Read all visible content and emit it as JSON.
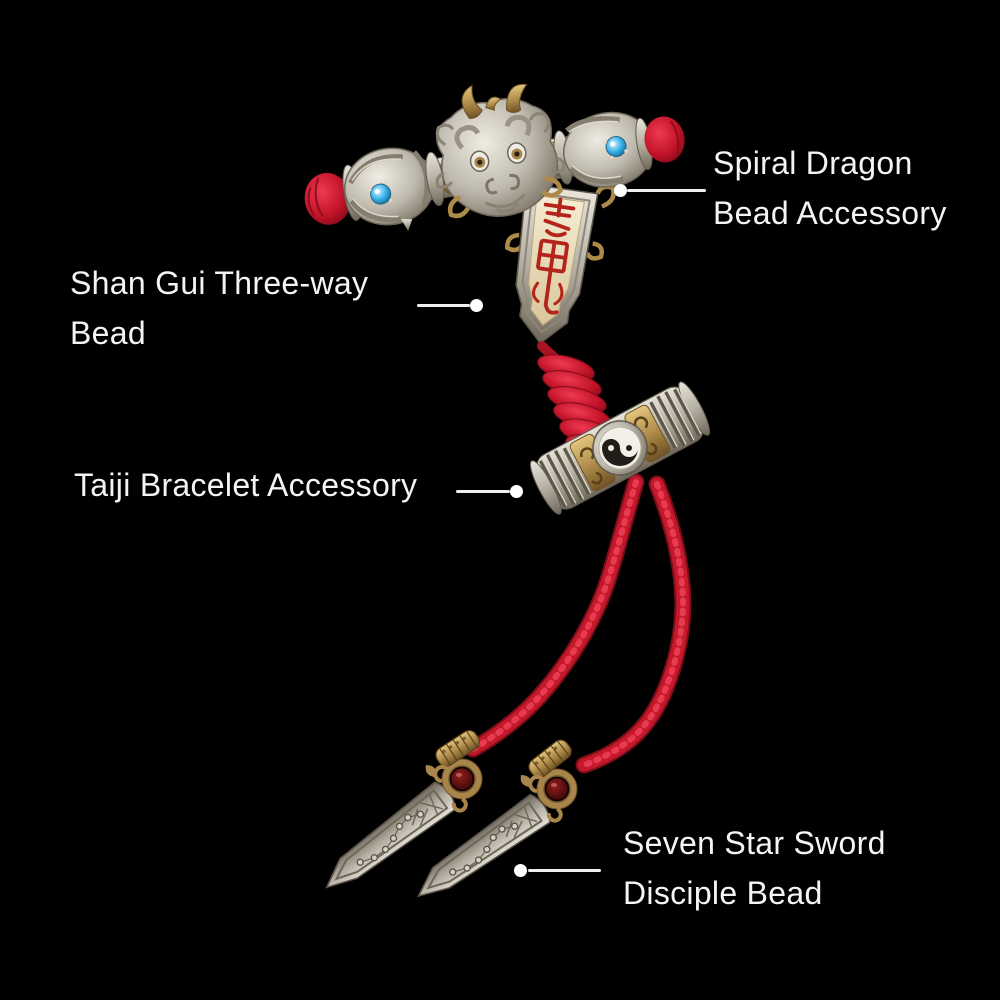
{
  "figure": {
    "background_color": "#000000",
    "description": "Black-background product callout photo of a red knotted cord bracelet with silver and brass Taoist accessories: a central dragon-head three-way bead with talisman plaque, flanking spiral dragon beads with blue gems and red cord tips, a taiji (yin-yang) cylinder bead, and two seven-star sword pendants on the cord ends"
  },
  "palette": {
    "label_text": "#f4f4f4",
    "leader_line": "#efefef",
    "cord_red": "#c4182b",
    "cord_red_dark": "#7e0d1a",
    "silver": "#bfbaae",
    "brass_gold": "#ad8a48",
    "gem_blue": "#35b1e8",
    "gem_garnet": "#6b1410",
    "plaque_ivory": "#e9dcba",
    "talisman_red": "#b4241a",
    "taiji_black": "#211d18"
  },
  "annotations": {
    "labels": [
      {
        "id": "spiral-dragon-bead",
        "lines": [
          "Spiral Dragon",
          "Bead Accessory"
        ]
      },
      {
        "id": "shan-gui-three-way-bead",
        "lines": [
          "Shan Gui Three-way",
          "Bead"
        ]
      },
      {
        "id": "taiji-bracelet-accessory",
        "lines": [
          "Taiji Bracelet Accessory"
        ]
      },
      {
        "id": "seven-star-sword-disciple-bead",
        "lines": [
          "Seven Star Sword",
          "Disciple Bead"
        ]
      }
    ]
  }
}
